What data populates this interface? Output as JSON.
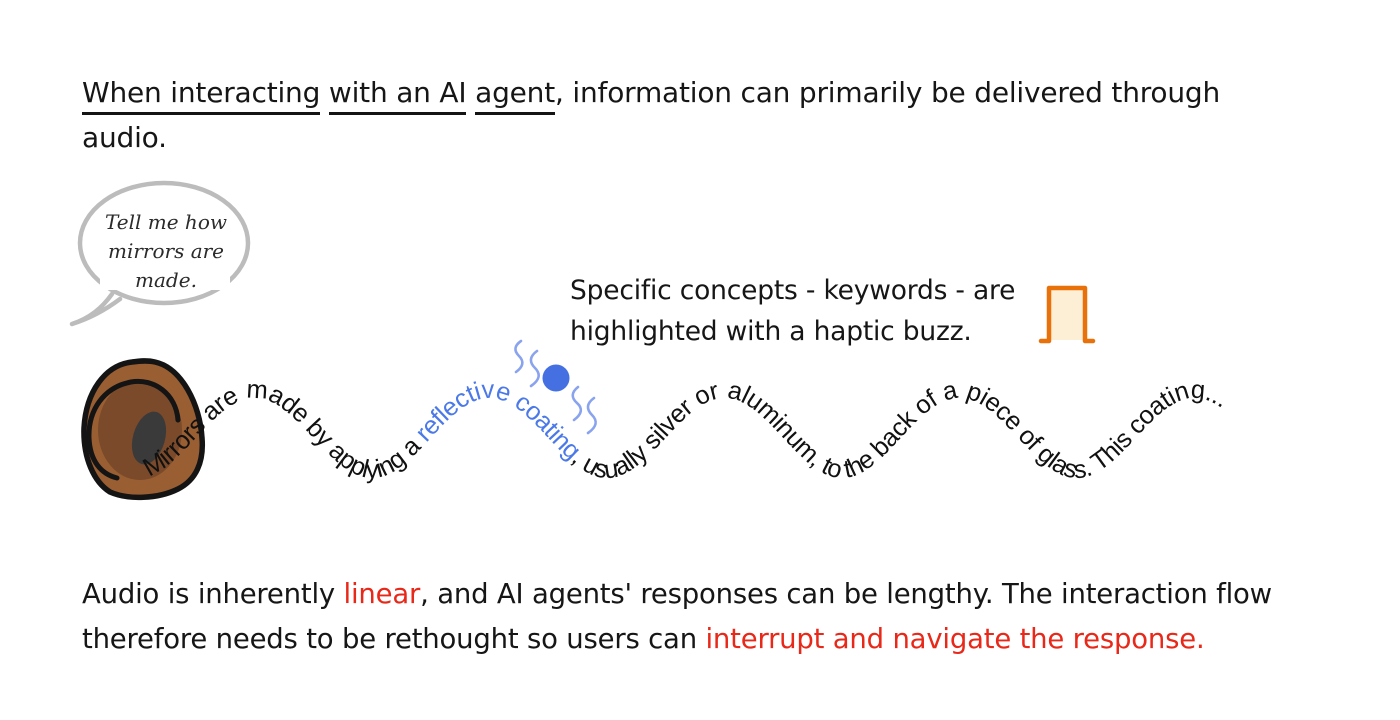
{
  "intro": {
    "underline_seg1": "When interacting",
    "underline_seg2": "with an AI",
    "underline_seg3": "agent",
    "line1_rest": ", information can primarily be delivered through",
    "line2": "audio."
  },
  "speech_bubble": {
    "lines": [
      "Tell me how",
      "mirrors are",
      "made."
    ],
    "stroke_color": "#bcbcbc"
  },
  "annotation": {
    "line1": "Specific concepts - keywords - are",
    "line2": "highlighted with a haptic buzz."
  },
  "haptic_icon": {
    "stroke_color": "#e8710a",
    "fill_color": "#fdeed6"
  },
  "wave": {
    "pre": "Mirrors are made by applying a ",
    "keyword": "reflective coating",
    "post": ", usually silver or aluminum, to the back of a piece of glass. This coating...",
    "keyword_color": "#4b79e8",
    "text_color": "#111111"
  },
  "buzz": {
    "dot_color": "#4470e2",
    "squiggle_color": "#8aa3ee"
  },
  "ear": {
    "outer_color": "#9a5e33",
    "inner_color": "#7a4a2a",
    "canal_color": "#3a3a3a",
    "outline_color": "#141414"
  },
  "outro": {
    "line1_pre": "Audio is inherently ",
    "line1_red": "linear",
    "line1_post": ", and AI agents' responses can be lengthy. The interaction flow",
    "line2_pre": "therefore needs to be rethought so users can ",
    "line2_red": "interrupt and navigate the response.",
    "red_color": "#e82818"
  }
}
